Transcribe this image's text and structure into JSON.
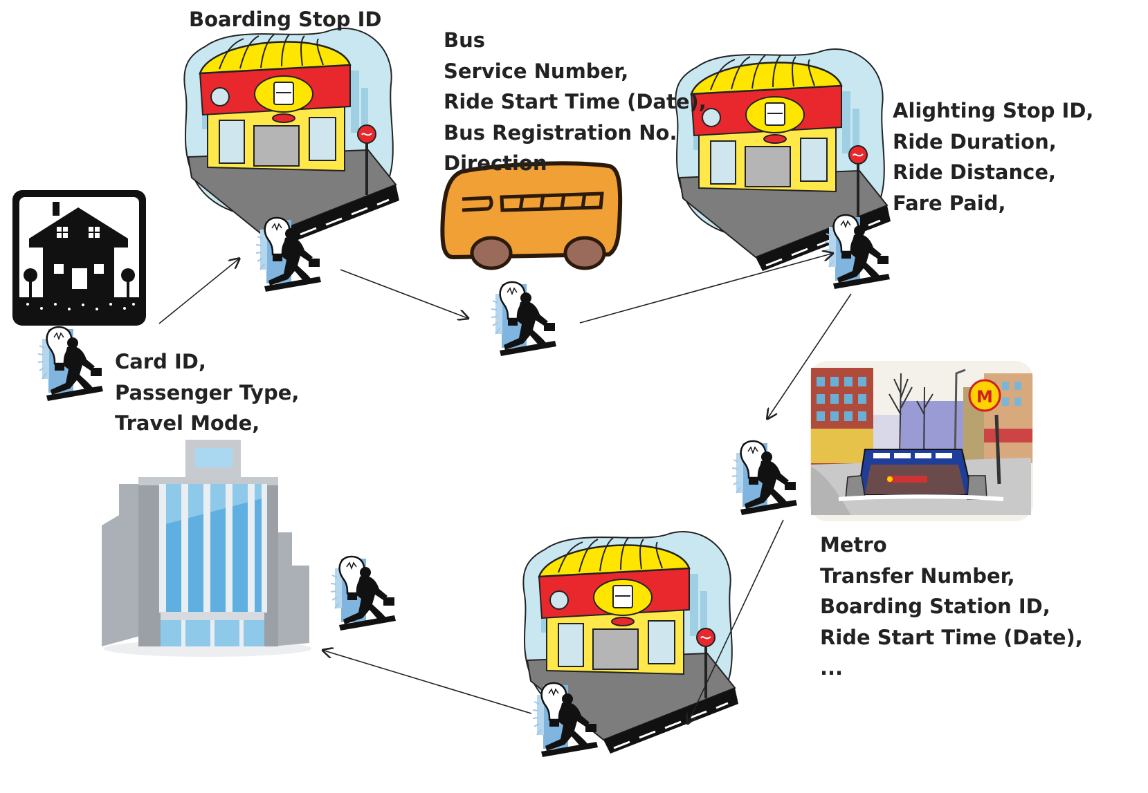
{
  "labels": {
    "boarding": [
      "Boarding Stop ID"
    ],
    "bus": [
      "Bus",
      "Service Number,",
      "Ride Start Time (Date),",
      "Bus Registration No.",
      "Direction"
    ],
    "alighting": [
      "Alighting Stop ID,",
      "Ride Duration,",
      "Ride Distance,",
      "Fare Paid,"
    ],
    "card": [
      "Card ID,",
      "Passenger Type,",
      "Travel Mode,"
    ],
    "metro": [
      "Metro",
      "Transfer Number,",
      "Boarding Station ID,",
      "Ride Start Time (Date),",
      "..."
    ]
  },
  "metro_logo": "M",
  "colors": {
    "text": "#222222",
    "canopy_yellow": "#ffe600",
    "station_red": "#e8282d",
    "bus_orange": "#f0a035",
    "sky_blue": "#bfe3ef",
    "office_gray": "#9aa0a6",
    "office_glass": "#6fb9e3"
  }
}
